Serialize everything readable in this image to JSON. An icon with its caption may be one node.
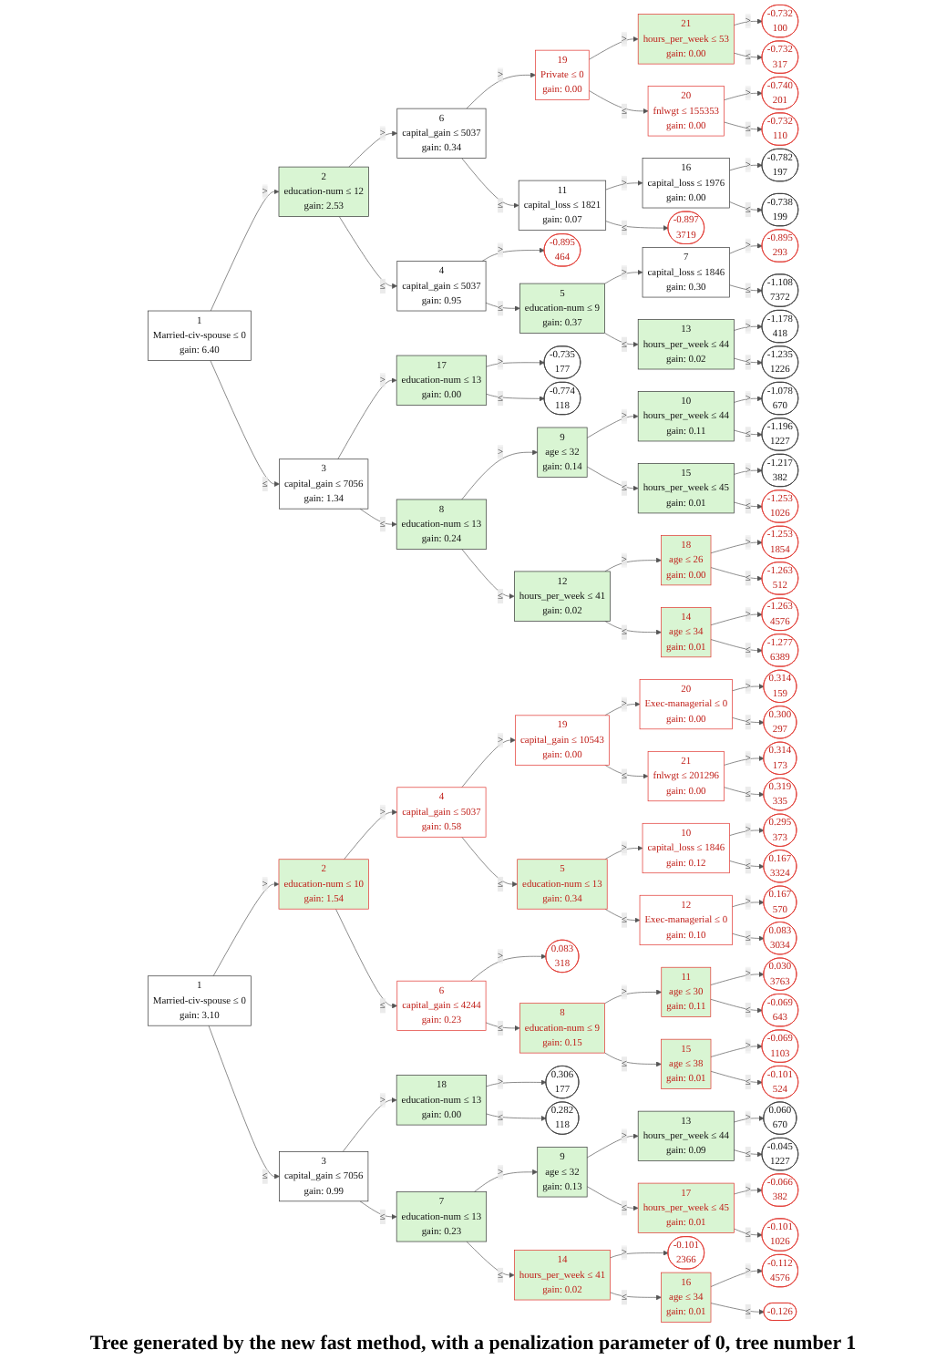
{
  "diagram": {
    "caption": "Tree generated by the new fast method, with a penalization parameter of 0, tree number 1",
    "nodes": [
      {
        "text": [
          "1",
          "Married-civ-spouse ≤ 0",
          "gain: 6.40"
        ]
      },
      {
        "text": [
          "2",
          "education-num ≤ 12",
          "gain: 2.53"
        ]
      },
      {
        "text": [
          "6",
          "capital_gain ≤ 5037",
          "gain: 0.34"
        ]
      },
      {
        "text": [
          "19",
          "Private ≤ 0",
          "gain: 0.00"
        ]
      },
      {
        "text": [
          "21",
          "hours_per_week ≤ 53",
          "gain: 0.00"
        ]
      },
      {
        "text": [
          "-0.732",
          "100"
        ]
      },
      {
        "text": [
          "-0.732",
          "317"
        ]
      },
      {
        "text": [
          "20",
          "fnlwgt ≤ 155353",
          "gain: 0.00"
        ]
      },
      {
        "text": [
          "-0.740",
          "201"
        ]
      },
      {
        "text": [
          "-0.732",
          "110"
        ]
      },
      {
        "text": [
          "11",
          "capital_loss ≤ 1821",
          "gain: 0.07"
        ]
      },
      {
        "text": [
          "16",
          "capital_loss ≤ 1976",
          "gain: 0.00"
        ]
      },
      {
        "text": [
          "-0.782",
          "197"
        ]
      },
      {
        "text": [
          "-0.738",
          "199"
        ]
      },
      {
        "text": [
          "-0.897",
          "3719"
        ]
      },
      {
        "text": [
          "4",
          "capital_gain ≤ 5037",
          "gain: 0.95"
        ]
      },
      {
        "text": [
          "-0.895",
          "464"
        ]
      },
      {
        "text": [
          "5",
          "education-num ≤ 9",
          "gain: 0.37"
        ]
      },
      {
        "text": [
          "7",
          "capital_loss ≤ 1846",
          "gain: 0.30"
        ]
      },
      {
        "text": [
          "-0.895",
          "293"
        ]
      },
      {
        "text": [
          "-1.108",
          "7372"
        ]
      },
      {
        "text": [
          "13",
          "hours_per_week ≤ 44",
          "gain: 0.02"
        ]
      },
      {
        "text": [
          "-1.178",
          "418"
        ]
      },
      {
        "text": [
          "-1.235",
          "1226"
        ]
      },
      {
        "text": [
          "3",
          "capital_gain ≤ 7056",
          "gain: 1.34"
        ]
      },
      {
        "text": [
          "17",
          "education-num ≤ 13",
          "gain: 0.00"
        ]
      },
      {
        "text": [
          "-0.735",
          "177"
        ]
      },
      {
        "text": [
          "-0.774",
          "118"
        ]
      },
      {
        "text": [
          "8",
          "education-num ≤ 13",
          "gain: 0.24"
        ]
      },
      {
        "text": [
          "9",
          "age ≤ 32",
          "gain: 0.14"
        ]
      },
      {
        "text": [
          "10",
          "hours_per_week ≤ 44",
          "gain: 0.11"
        ]
      },
      {
        "text": [
          "-1.078",
          "670"
        ]
      },
      {
        "text": [
          "-1.196",
          "1227"
        ]
      },
      {
        "text": [
          "15",
          "hours_per_week ≤ 45",
          "gain: 0.01"
        ]
      },
      {
        "text": [
          "-1.217",
          "382"
        ]
      },
      {
        "text": [
          "-1.253",
          "1026"
        ]
      },
      {
        "text": [
          "12",
          "hours_per_week ≤ 41",
          "gain: 0.02"
        ]
      },
      {
        "text": [
          "18",
          "age ≤ 26",
          "gain: 0.00"
        ]
      },
      {
        "text": [
          "-1.253",
          "1854"
        ]
      },
      {
        "text": [
          "-1.263",
          "512"
        ]
      },
      {
        "text": [
          "14",
          "age ≤ 34",
          "gain: 0.01"
        ]
      },
      {
        "text": [
          "-1.263",
          "4576"
        ]
      },
      {
        "text": [
          "-1.277",
          "6389"
        ]
      },
      {
        "text": [
          "1",
          "Married-civ-spouse ≤ 0",
          "gain: 3.10"
        ]
      },
      {
        "text": [
          "2",
          "education-num ≤ 10",
          "gain: 1.54"
        ]
      },
      {
        "text": [
          "4",
          "capital_gain ≤ 5037",
          "gain: 0.58"
        ]
      },
      {
        "text": [
          "19",
          "capital_gain ≤ 10543",
          "gain: 0.00"
        ]
      },
      {
        "text": [
          "20",
          "Exec-managerial ≤ 0",
          "gain: 0.00"
        ]
      },
      {
        "text": [
          "0.314",
          "159"
        ]
      },
      {
        "text": [
          "0.300",
          "297"
        ]
      },
      {
        "text": [
          "21",
          "fnlwgt ≤ 201296",
          "gain: 0.00"
        ]
      },
      {
        "text": [
          "0.314",
          "173"
        ]
      },
      {
        "text": [
          "0.319",
          "335"
        ]
      },
      {
        "text": [
          "5",
          "education-num ≤ 13",
          "gain: 0.34"
        ]
      },
      {
        "text": [
          "10",
          "capital_loss ≤ 1846",
          "gain: 0.12"
        ]
      },
      {
        "text": [
          "0.295",
          "373"
        ]
      },
      {
        "text": [
          "0.167",
          "3324"
        ]
      },
      {
        "text": [
          "12",
          "Exec-managerial ≤ 0",
          "gain: 0.10"
        ]
      },
      {
        "text": [
          "0.167",
          "570"
        ]
      },
      {
        "text": [
          "0.083",
          "3034"
        ]
      },
      {
        "text": [
          "6",
          "capital_gain ≤ 4244",
          "gain: 0.23"
        ]
      },
      {
        "text": [
          "0.083",
          "318"
        ]
      },
      {
        "text": [
          "8",
          "education-num ≤ 9",
          "gain: 0.15"
        ]
      },
      {
        "text": [
          "11",
          "age ≤ 30",
          "gain: 0.11"
        ]
      },
      {
        "text": [
          "0.030",
          "3763"
        ]
      },
      {
        "text": [
          "-0.069",
          "643"
        ]
      },
      {
        "text": [
          "15",
          "age ≤ 38",
          "gain: 0.01"
        ]
      },
      {
        "text": [
          "-0.069",
          "1103"
        ]
      },
      {
        "text": [
          "-0.101",
          "524"
        ]
      },
      {
        "text": [
          "3",
          "capital_gain ≤ 7056",
          "gain: 0.99"
        ]
      },
      {
        "text": [
          "18",
          "education-num ≤ 13",
          "gain: 0.00"
        ]
      },
      {
        "text": [
          "0.306",
          "177"
        ]
      },
      {
        "text": [
          "0.282",
          "118"
        ]
      },
      {
        "text": [
          "7",
          "education-num ≤ 13",
          "gain: 0.23"
        ]
      },
      {
        "text": [
          "9",
          "age ≤ 32",
          "gain: 0.13"
        ]
      },
      {
        "text": [
          "13",
          "hours_per_week ≤ 44",
          "gain: 0.09"
        ]
      },
      {
        "text": [
          "0.060",
          "670"
        ]
      },
      {
        "text": [
          "-0.045",
          "1227"
        ]
      },
      {
        "text": [
          "17",
          "hours_per_week ≤ 45",
          "gain: 0.01"
        ]
      },
      {
        "text": [
          "-0.066",
          "382"
        ]
      },
      {
        "text": [
          "-0.101",
          "1026"
        ]
      },
      {
        "text": [
          "14",
          "hours_per_week ≤ 41",
          "gain: 0.02"
        ]
      },
      {
        "text": [
          "-0.101",
          "2366"
        ]
      },
      {
        "text": [
          "16",
          "age ≤ 34",
          "gain: 0.01"
        ]
      },
      {
        "text": [
          "-0.112",
          "4576"
        ]
      },
      {
        "text": [
          "-0.126"
        ]
      }
    ],
    "edges": [
      {
        "from": 0,
        "to": 1,
        "arrow": "to",
        "label": ">"
      },
      {
        "from": 0,
        "to": 24,
        "arrow": "to",
        "label": "≤"
      },
      {
        "from": 1,
        "to": 2,
        "arrow": "to",
        "label": ">"
      },
      {
        "from": 1,
        "to": 15,
        "arrow": "to",
        "label": "≤"
      },
      {
        "from": 2,
        "to": 3,
        "arrow": "to",
        "label": ">"
      },
      {
        "from": 2,
        "to": 10,
        "arrow": "to",
        "label": "≤"
      },
      {
        "from": 3,
        "to": 4,
        "arrow": "to",
        "label": ">"
      },
      {
        "from": 3,
        "to": 7,
        "arrow": "to",
        "label": "≤"
      },
      {
        "from": 4,
        "to": 5,
        "arrow": "to",
        "label": ">"
      },
      {
        "from": 4,
        "to": 6,
        "arrow": "to",
        "label": "≤"
      },
      {
        "from": 7,
        "to": 8,
        "arrow": "to",
        "label": ">"
      },
      {
        "from": 7,
        "to": 9,
        "arrow": "to",
        "label": "≤"
      },
      {
        "from": 10,
        "to": 11,
        "arrow": "to",
        "label": ">"
      },
      {
        "from": 10,
        "to": 14,
        "arrow": "to",
        "label": "≤"
      },
      {
        "from": 11,
        "to": 12,
        "arrow": "to",
        "label": ">"
      },
      {
        "from": 11,
        "to": 13,
        "arrow": "to",
        "label": "≤"
      },
      {
        "from": 15,
        "to": 16,
        "arrow": "to",
        "label": ">"
      },
      {
        "from": 15,
        "to": 17,
        "arrow": "to",
        "label": "≤"
      },
      {
        "from": 17,
        "to": 18,
        "arrow": "to",
        "label": ">"
      },
      {
        "from": 17,
        "to": 21,
        "arrow": "to",
        "label": "≤"
      },
      {
        "from": 18,
        "to": 19,
        "arrow": "to",
        "label": ">"
      },
      {
        "from": 18,
        "to": 20,
        "arrow": "to",
        "label": "≤"
      },
      {
        "from": 21,
        "to": 22,
        "arrow": "to",
        "label": ">"
      },
      {
        "from": 21,
        "to": 23,
        "arrow": "to",
        "label": "≤"
      },
      {
        "from": 24,
        "to": 25,
        "arrow": "to",
        "label": ">"
      },
      {
        "from": 24,
        "to": 28,
        "arrow": "to",
        "label": "≤"
      },
      {
        "from": 25,
        "to": 26,
        "arrow": "to",
        "label": ">"
      },
      {
        "from": 25,
        "to": 27,
        "arrow": "to",
        "label": "≤"
      },
      {
        "from": 28,
        "to": 29,
        "arrow": "to",
        "label": ">"
      },
      {
        "from": 28,
        "to": 36,
        "arrow": "to",
        "label": "≤"
      },
      {
        "from": 29,
        "to": 30,
        "arrow": "to",
        "label": ">"
      },
      {
        "from": 29,
        "to": 33,
        "arrow": "to",
        "label": "≤"
      },
      {
        "from": 30,
        "to": 31,
        "arrow": "to",
        "label": ">"
      },
      {
        "from": 30,
        "to": 32,
        "arrow": "to",
        "label": "≤"
      },
      {
        "from": 33,
        "to": 34,
        "arrow": "to",
        "label": ">"
      },
      {
        "from": 33,
        "to": 35,
        "arrow": "to",
        "label": "≤"
      },
      {
        "from": 36,
        "to": 37,
        "arrow": "to",
        "label": ">"
      },
      {
        "from": 36,
        "to": 40,
        "arrow": "to",
        "label": "≤"
      },
      {
        "from": 37,
        "to": 38,
        "arrow": "to",
        "label": ">"
      },
      {
        "from": 37,
        "to": 39,
        "arrow": "to",
        "label": "≤"
      },
      {
        "from": 40,
        "to": 41,
        "arrow": "to",
        "label": ">"
      },
      {
        "from": 40,
        "to": 42,
        "arrow": "to",
        "label": "≤"
      },
      {
        "from": 43,
        "to": 44,
        "arrow": "to",
        "label": ">"
      },
      {
        "from": 43,
        "to": 69,
        "arrow": "to",
        "label": "≤"
      },
      {
        "from": 44,
        "to": 45,
        "arrow": "to",
        "label": ">"
      },
      {
        "from": 44,
        "to": 60,
        "arrow": "to",
        "label": "≤"
      },
      {
        "from": 45,
        "to": 46,
        "arrow": "to",
        "label": ">"
      },
      {
        "from": 45,
        "to": 53,
        "arrow": "to",
        "label": "≤"
      },
      {
        "from": 46,
        "to": 47,
        "arrow": "to",
        "label": ">"
      },
      {
        "from": 46,
        "to": 50,
        "arrow": "to",
        "label": "≤"
      },
      {
        "from": 47,
        "to": 48,
        "arrow": "to",
        "label": ">"
      },
      {
        "from": 47,
        "to": 49,
        "arrow": "to",
        "label": "≤"
      },
      {
        "from": 50,
        "to": 51,
        "arrow": "to",
        "label": ">"
      },
      {
        "from": 50,
        "to": 52,
        "arrow": "to",
        "label": "≤"
      },
      {
        "from": 53,
        "to": 54,
        "arrow": "to",
        "label": ">"
      },
      {
        "from": 53,
        "to": 57,
        "arrow": "to",
        "label": "≤"
      },
      {
        "from": 54,
        "to": 55,
        "arrow": "to",
        "label": ">"
      },
      {
        "from": 54,
        "to": 56,
        "arrow": "to",
        "label": "≤"
      },
      {
        "from": 57,
        "to": 58,
        "arrow": "to",
        "label": ">"
      },
      {
        "from": 57,
        "to": 59,
        "arrow": "to",
        "label": "≤"
      },
      {
        "from": 60,
        "to": 61,
        "arrow": "to",
        "label": ">"
      },
      {
        "from": 60,
        "to": 62,
        "arrow": "to",
        "label": "≤"
      },
      {
        "from": 62,
        "to": 63,
        "arrow": "to",
        "label": ">"
      },
      {
        "from": 62,
        "to": 66,
        "arrow": "to",
        "label": "≤"
      },
      {
        "from": 63,
        "to": 64,
        "arrow": "to",
        "label": ">"
      },
      {
        "from": 63,
        "to": 65,
        "arrow": "to",
        "label": "≤"
      },
      {
        "from": 66,
        "to": 67,
        "arrow": "to",
        "label": ">"
      },
      {
        "from": 66,
        "to": 68,
        "arrow": "to",
        "label": "≤"
      },
      {
        "from": 69,
        "to": 70,
        "arrow": "to",
        "label": ">"
      },
      {
        "from": 69,
        "to": 73,
        "arrow": "to",
        "label": "≤"
      },
      {
        "from": 70,
        "to": 71,
        "arrow": "to",
        "label": ">"
      },
      {
        "from": 70,
        "to": 72,
        "arrow": "to",
        "label": "≤"
      },
      {
        "from": 73,
        "to": 74,
        "arrow": "to",
        "label": ">"
      },
      {
        "from": 73,
        "to": 81,
        "arrow": "to",
        "label": "≤"
      },
      {
        "from": 74,
        "to": 75,
        "arrow": "to",
        "label": ">"
      },
      {
        "from": 74,
        "to": 78,
        "arrow": "to",
        "label": "≤"
      },
      {
        "from": 75,
        "to": 76,
        "arrow": "to",
        "label": ">"
      },
      {
        "from": 75,
        "to": 77,
        "arrow": "to",
        "label": "≤"
      },
      {
        "from": 78,
        "to": 79,
        "arrow": "to",
        "label": ">"
      },
      {
        "from": 78,
        "to": 80,
        "arrow": "to",
        "label": "≤"
      },
      {
        "from": 81,
        "to": 82,
        "arrow": "to",
        "label": ">"
      },
      {
        "from": 81,
        "to": 83,
        "arrow": "to",
        "label": "≤"
      },
      {
        "from": 83,
        "to": 84,
        "arrow": "to",
        "label": ">"
      },
      {
        "from": 83,
        "to": 85,
        "arrow": "to",
        "label": "≤"
      }
    ]
  }
}
